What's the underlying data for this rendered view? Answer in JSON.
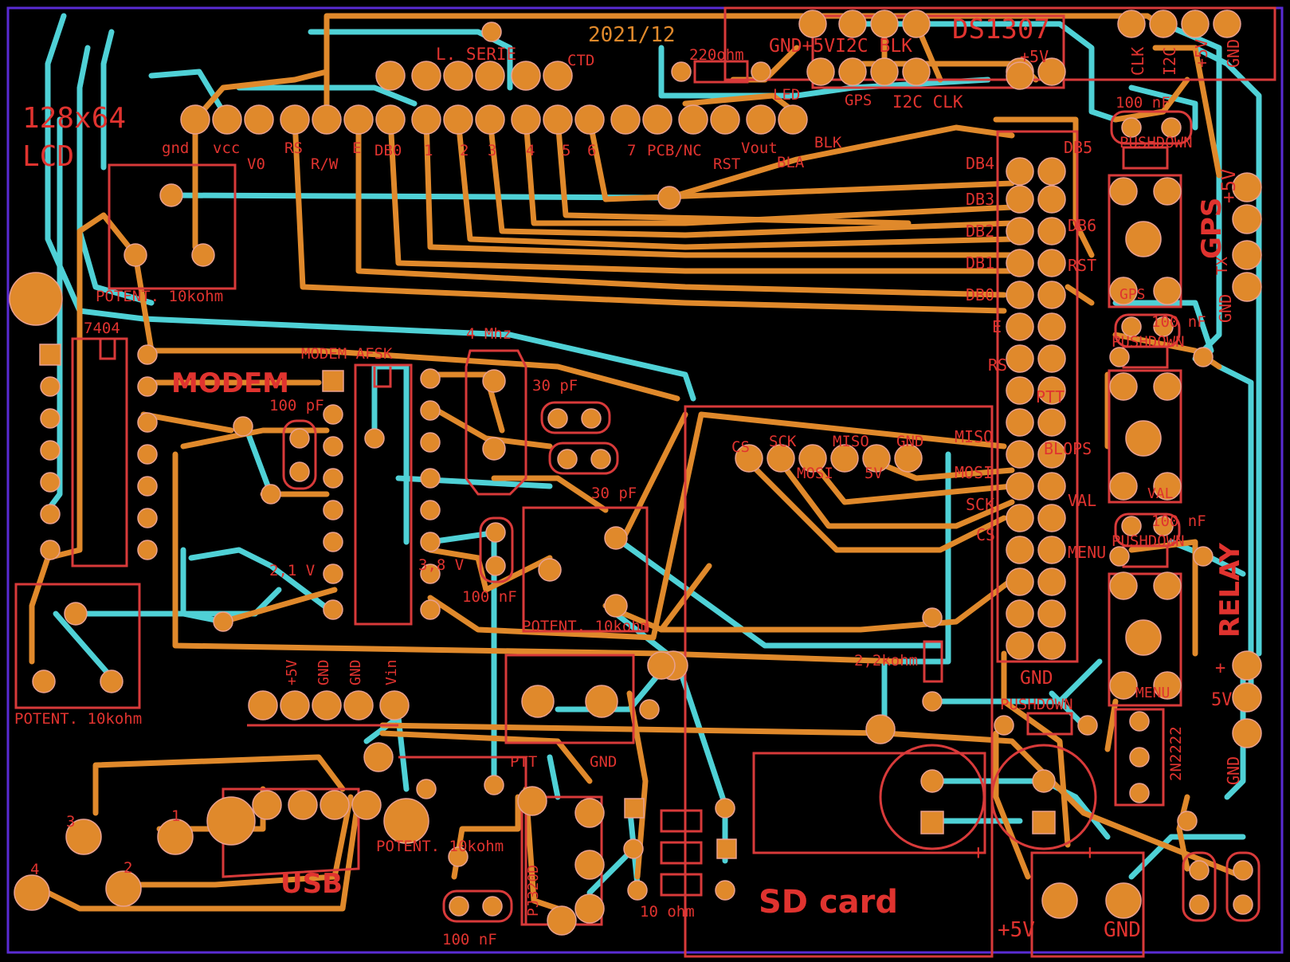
{
  "board": {
    "date": "2021/12",
    "labels": {
      "lcd_title": "128x64",
      "lcd_sub": "LCD",
      "lcd_pins": [
        "gnd",
        "vcc",
        "V0",
        "RS",
        "R/W",
        "E",
        "DB0",
        "1",
        "2",
        "3",
        "4",
        "5",
        "6",
        "7",
        "PCB/NC",
        "Vout",
        "RST",
        "BLA",
        "BLK"
      ],
      "serial": "L. SERIE",
      "ctd": "CTD",
      "ds1307": "DS1307",
      "rtc_top": "GND+5VI2C BLK",
      "rtc_bot": "I2C CLK",
      "led": "LED",
      "gps_small": "GPS",
      "ohm220": "220ohm",
      "plus5v_top": "+5V",
      "clk": "CLK",
      "i2c": "I2C",
      "plus5v": "+5V",
      "gnd": "GND",
      "nf100": "100 nF",
      "pushdown": "PUSHDOWN",
      "gps_big": "GPS",
      "tx": "TX",
      "potent": "POTENT. 10kohm",
      "ic7404": "7404",
      "modem_big": "MODEM",
      "modem_small": "MODEM AFSK",
      "mhz4": "4 Mhz",
      "pf30": "30 pF",
      "pf100": "100 pF",
      "v21": "2,1 V",
      "v38": "3,8 V",
      "arduino_left": [
        "DB4",
        "DB3",
        "DB2",
        "DB1",
        "DB0",
        "E",
        "RS"
      ],
      "arduino_right": [
        "DB5",
        "DB6",
        "RST",
        "PTT",
        "BLOPS",
        "VAL",
        "MENU"
      ],
      "cs": "CS",
      "sck": "SCK",
      "miso": "MISO",
      "mosi": "MOSI",
      "v5": "5V",
      "relay": "RELAY",
      "val": "VAL",
      "menu": "MENU",
      "n2n2222": "2N2222",
      "kohm22": "2,2kohm",
      "power_pins": [
        "+5V",
        "GND",
        "GND",
        "Vin"
      ],
      "ptt": "PTT",
      "usb": "USB",
      "usb_pins": [
        "1",
        "2",
        "3",
        "4"
      ],
      "pj320": "PJ320D",
      "ohm10": "10 ohm",
      "sd": "SD card",
      "plus": "+",
      "gnd_bottom": "GND",
      "plus5v_bottom": "+5V"
    }
  }
}
